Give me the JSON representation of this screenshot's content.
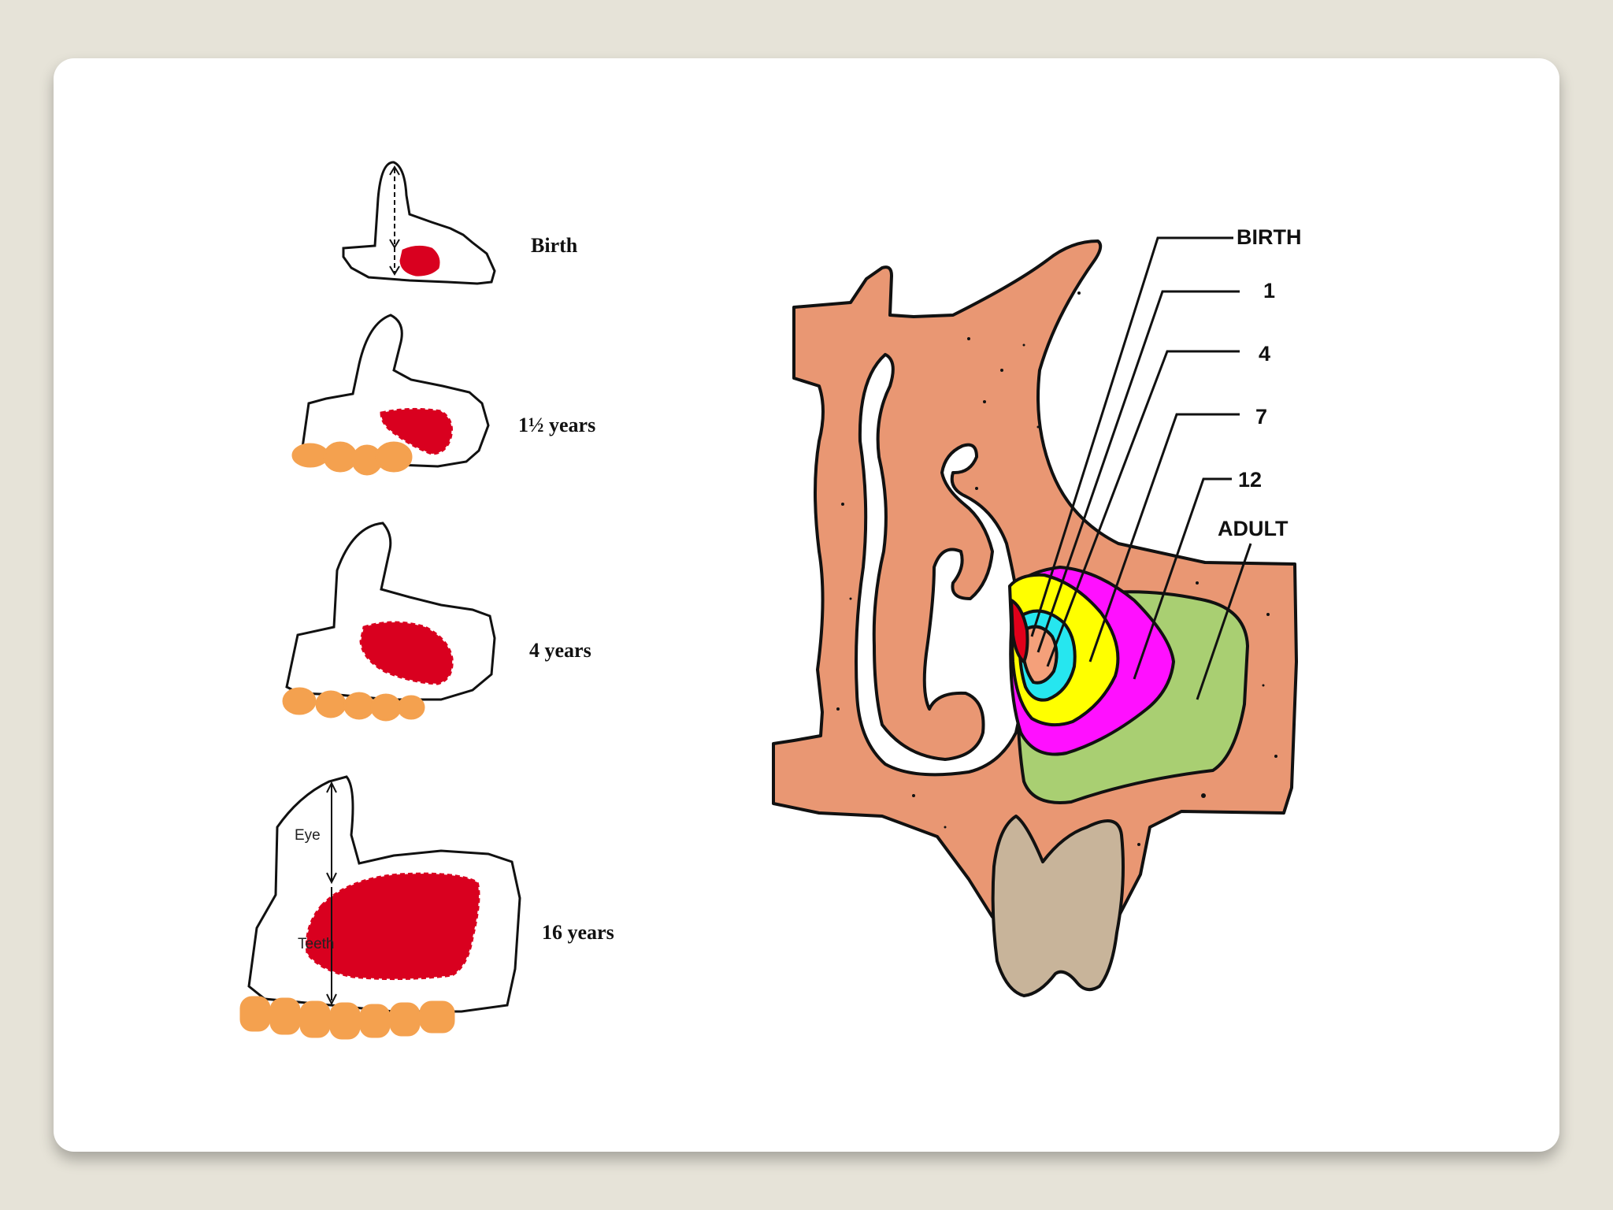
{
  "left_stages": [
    {
      "label": "Birth"
    },
    {
      "label": "1½ years"
    },
    {
      "label": "4 years"
    },
    {
      "label": "16 years",
      "inner_labels": [
        "Eye",
        "Teeth"
      ]
    }
  ],
  "right_diagram": {
    "stage_labels": [
      "BIRTH",
      "1",
      "4",
      "7",
      "12",
      "ADULT"
    ]
  },
  "colors": {
    "background": "#e6e3d8",
    "slide": "#ffffff",
    "sinus_red": "#d9001f",
    "teeth_orange": "#f4a14f",
    "bone_salmon": "#e99773",
    "tooth_tan": "#c8b49a",
    "stage_birth": "#e0001a",
    "stage_1": "#f4a07a",
    "stage_4": "#26e6ef",
    "stage_7": "#ffff00",
    "stage_12": "#ff10ff",
    "stage_adult": "#a9cf72"
  }
}
